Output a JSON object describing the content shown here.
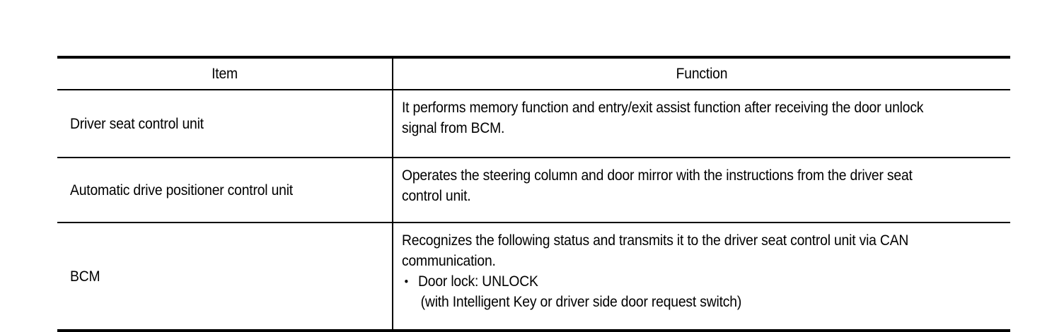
{
  "document": {
    "background_color": "#ffffff",
    "text_color": "#000000"
  },
  "table": {
    "columns": [
      {
        "key": "item",
        "header": "Item",
        "align": "center"
      },
      {
        "key": "function",
        "header": "Function",
        "align": "center"
      }
    ],
    "rows": [
      {
        "item": "Driver seat control unit",
        "function": "It performs memory function and entry/exit assist function after receiving the door unlock signal from BCM."
      },
      {
        "item": "Automatic drive positioner control unit",
        "function": "Operates the steering column and door mirror with the instructions from the driver seat control unit."
      },
      {
        "item": "BCM",
        "function_intro": "Recognizes the following status and transmits it to the driver seat control unit via CAN communication.",
        "bullets": [
          {
            "marker": "•",
            "text": "Door lock: UNLOCK",
            "subline": "(with Intelligent Key or driver side door request switch)"
          }
        ]
      }
    ]
  }
}
